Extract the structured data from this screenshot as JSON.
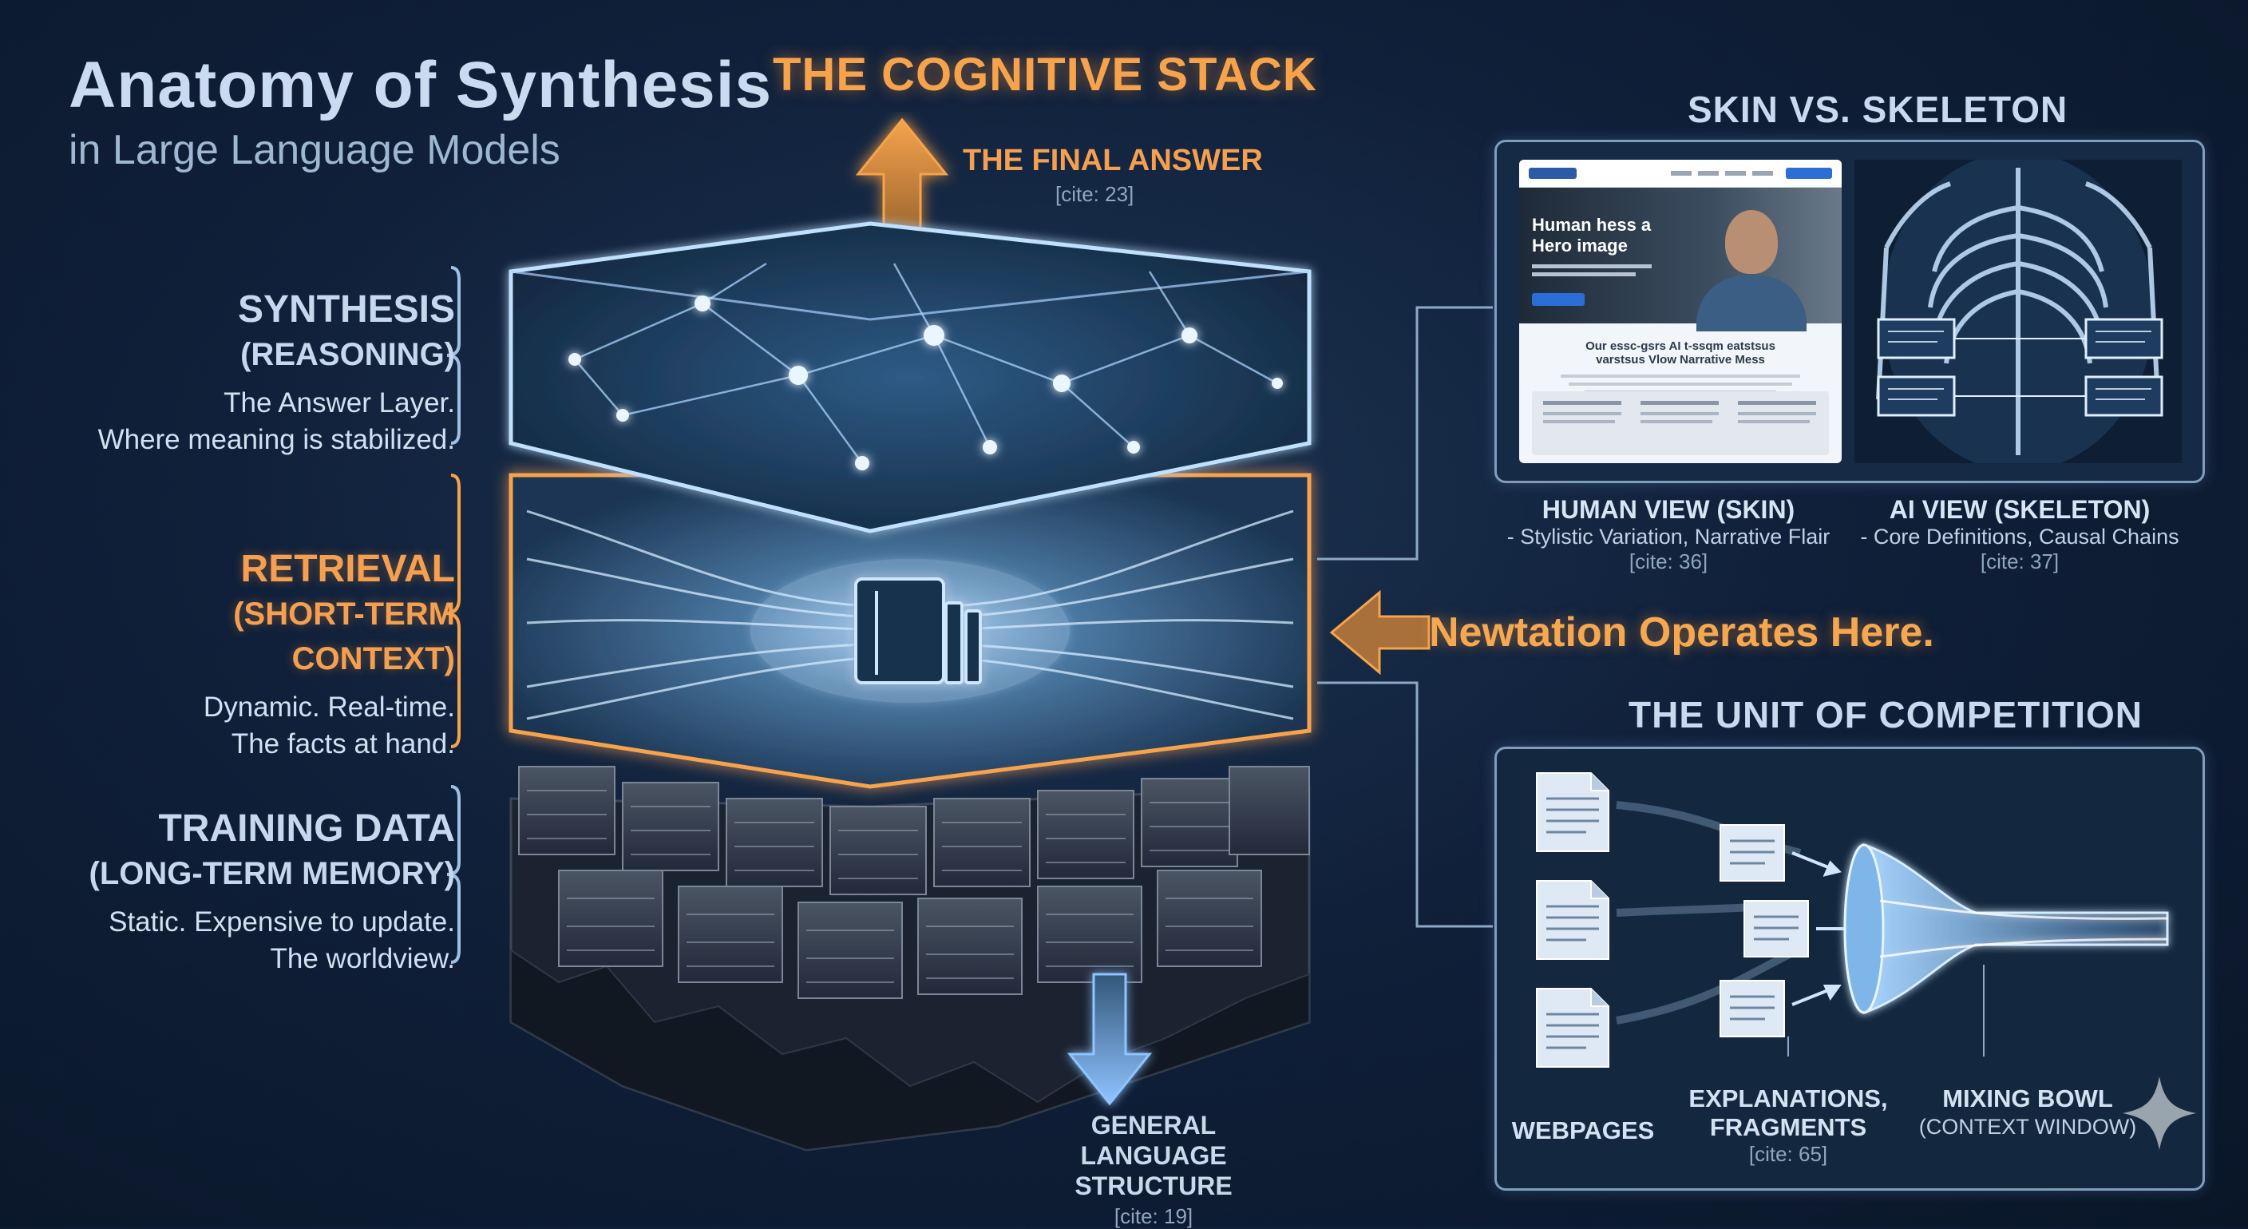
{
  "header": {
    "title": "Anatomy of Synthesis",
    "subtitle": "in Large Language Models",
    "stack_title": "THE COGNITIVE STACK"
  },
  "stack": {
    "final_answer": {
      "label": "THE FINAL ANSWER",
      "cite": "[cite: 23]"
    },
    "general_language": {
      "line1": "GENERAL LANGUAGE",
      "line2": "STRUCTURE",
      "cite": "[cite: 19]"
    }
  },
  "layers": {
    "synthesis": {
      "title": "SYNTHESIS",
      "subtitle": "(REASONING)",
      "desc1": "The Answer Layer.",
      "desc2": "Where meaning is stabilized."
    },
    "retrieval": {
      "title": "RETRIEVAL",
      "subtitle": "(SHORT-TERM CONTEXT)",
      "desc1": "Dynamic. Real-time.",
      "desc2": "The facts at hand."
    },
    "training": {
      "title": "TRAINING DATA",
      "subtitle": "(LONG-TERM MEMORY)",
      "desc1": "Static. Expensive to update.",
      "desc2": "The worldview."
    }
  },
  "callout": {
    "text": "Newtation Operates Here."
  },
  "skin_vs_skeleton": {
    "title": "SKIN VS. SKELETON",
    "mock_page": {
      "hero_line1": "Human hess a",
      "hero_line2": "Hero image",
      "section_line1": "Our essc-gsrs AI t-ssqm eatstsus",
      "section_line2": "varstsus Vlow Narrative Mess"
    },
    "human": {
      "title": "HUMAN VIEW (SKIN)",
      "desc": "- Stylistic Variation, Narrative Flair",
      "cite": "[cite: 36]"
    },
    "ai": {
      "title": "AI VIEW (SKELETON)",
      "desc": "- Core Definitions, Causal Chains",
      "cite": "[cite: 37]"
    }
  },
  "unit_of_competition": {
    "title": "THE UNIT OF COMPETITION",
    "webpages": "WEBPAGES",
    "explanations_line1": "EXPLANATIONS,",
    "explanations_line2": "FRAGMENTS",
    "explanations_cite": "[cite: 65]",
    "bowl_line1": "MIXING BOWL",
    "bowl_line2": "(CONTEXT WINDOW)"
  },
  "colors": {
    "accent_orange": "#f6a34c",
    "glow_blue": "#8fc4ff",
    "background": "#10203a"
  },
  "icons": [
    "up-arrow-icon",
    "down-arrow-icon",
    "left-arrow-icon",
    "book-icon",
    "document-icon",
    "funnel-icon",
    "sparkle-icon"
  ]
}
